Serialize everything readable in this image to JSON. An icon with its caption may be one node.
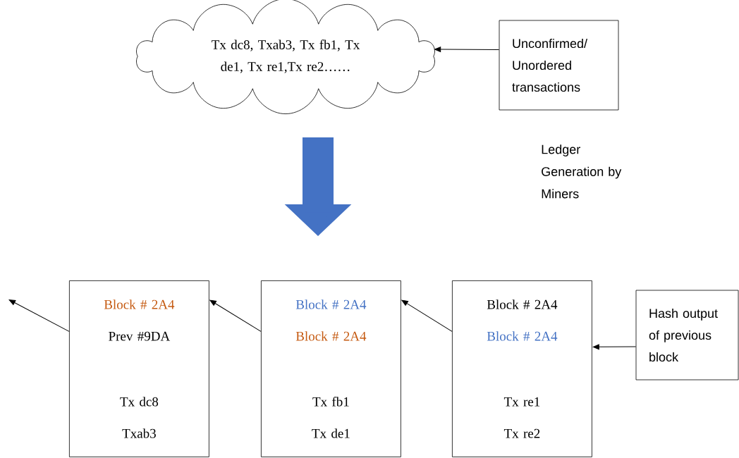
{
  "diagram": {
    "nodes": [
      {
        "text": [
          "Tx dc8, Txab3, Tx fb1, Tx de1, Tx re1,Tx re2……"
        ]
      },
      {
        "text": [
          "Unconfirmed/ Unordered transactions"
        ]
      },
      {
        "text": [
          "Block # 2A4",
          "Prev #9DA",
          "Tx dc8",
          "Txab3"
        ]
      },
      {
        "text": [
          "Block # 2A4",
          "Block # 2A4",
          "Tx fb1",
          "Tx de1"
        ]
      },
      {
        "text": [
          "Block # 2A4",
          "Block # 2A4",
          "Tx re1",
          "Tx re2"
        ]
      },
      {
        "text": [
          "Hash output of previous block"
        ]
      }
    ],
    "edges": [
      {
        "from": 1,
        "to": 0,
        "arrow": "to"
      },
      {
        "from": 4,
        "to": 3,
        "arrow": "to"
      },
      {
        "from": 3,
        "to": 2,
        "arrow": "to"
      },
      {
        "from": 2,
        "to": null,
        "arrow": "to"
      },
      {
        "from": 5,
        "to": 4,
        "arrow": "to"
      }
    ],
    "labels": [
      "Ledger Generation by Miners"
    ]
  }
}
